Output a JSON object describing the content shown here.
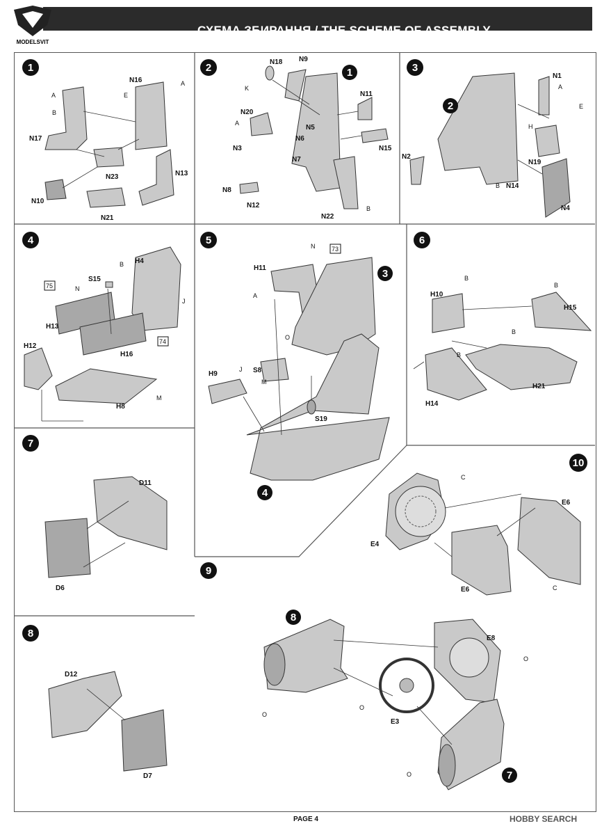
{
  "header": {
    "title": "СХЕМА ЗБИРАННЯ / THE SCHEME OF ASSEMBLY",
    "logo_text": "MODELSVIT"
  },
  "footer": {
    "page": "PAGE 4",
    "watermark": "HOBBY SEARCH"
  },
  "steps": [
    "1",
    "2",
    "3",
    "4",
    "5",
    "6",
    "7",
    "8",
    "9",
    "10"
  ],
  "step1": {
    "parts": [
      "N16",
      "N17",
      "N23",
      "N13",
      "N10",
      "N21"
    ],
    "glue": [
      "A",
      "B",
      "E"
    ]
  },
  "step2": {
    "parts": [
      "N18",
      "N9",
      "N11",
      "N20",
      "N5",
      "N6",
      "N15",
      "N3",
      "N7",
      "N8",
      "N12",
      "N22"
    ],
    "ref": "1",
    "glue": [
      "K",
      "A",
      "B"
    ]
  },
  "step3": {
    "parts": [
      "N1",
      "N2",
      "N19",
      "N14",
      "N4"
    ],
    "ref": "2",
    "glue": [
      "A",
      "E",
      "H",
      "B"
    ]
  },
  "step4": {
    "parts": [
      "H4",
      "S15",
      "H13",
      "H12",
      "H16",
      "H8"
    ],
    "refs": [
      "75",
      "74"
    ],
    "glue": [
      "B",
      "N",
      "J",
      "M"
    ]
  },
  "step5": {
    "parts": [
      "H11",
      "S8",
      "H9",
      "S19"
    ],
    "refs": [
      "73",
      "3",
      "4"
    ],
    "glue": [
      "N",
      "A",
      "O",
      "J",
      "M"
    ]
  },
  "step6": {
    "parts": [
      "H10",
      "H15",
      "H21",
      "H14"
    ],
    "glue": [
      "B"
    ]
  },
  "step7": {
    "parts": [
      "D11",
      "D6"
    ]
  },
  "step8": {
    "parts": [
      "D12",
      "D7"
    ]
  },
  "step9": {
    "parts": [
      "E8",
      "E3"
    ],
    "refs": [
      "8",
      "7"
    ],
    "glue": [
      "O"
    ]
  },
  "step10": {
    "parts": [
      "E6",
      "E4",
      "E6"
    ],
    "glue": [
      "C"
    ]
  }
}
